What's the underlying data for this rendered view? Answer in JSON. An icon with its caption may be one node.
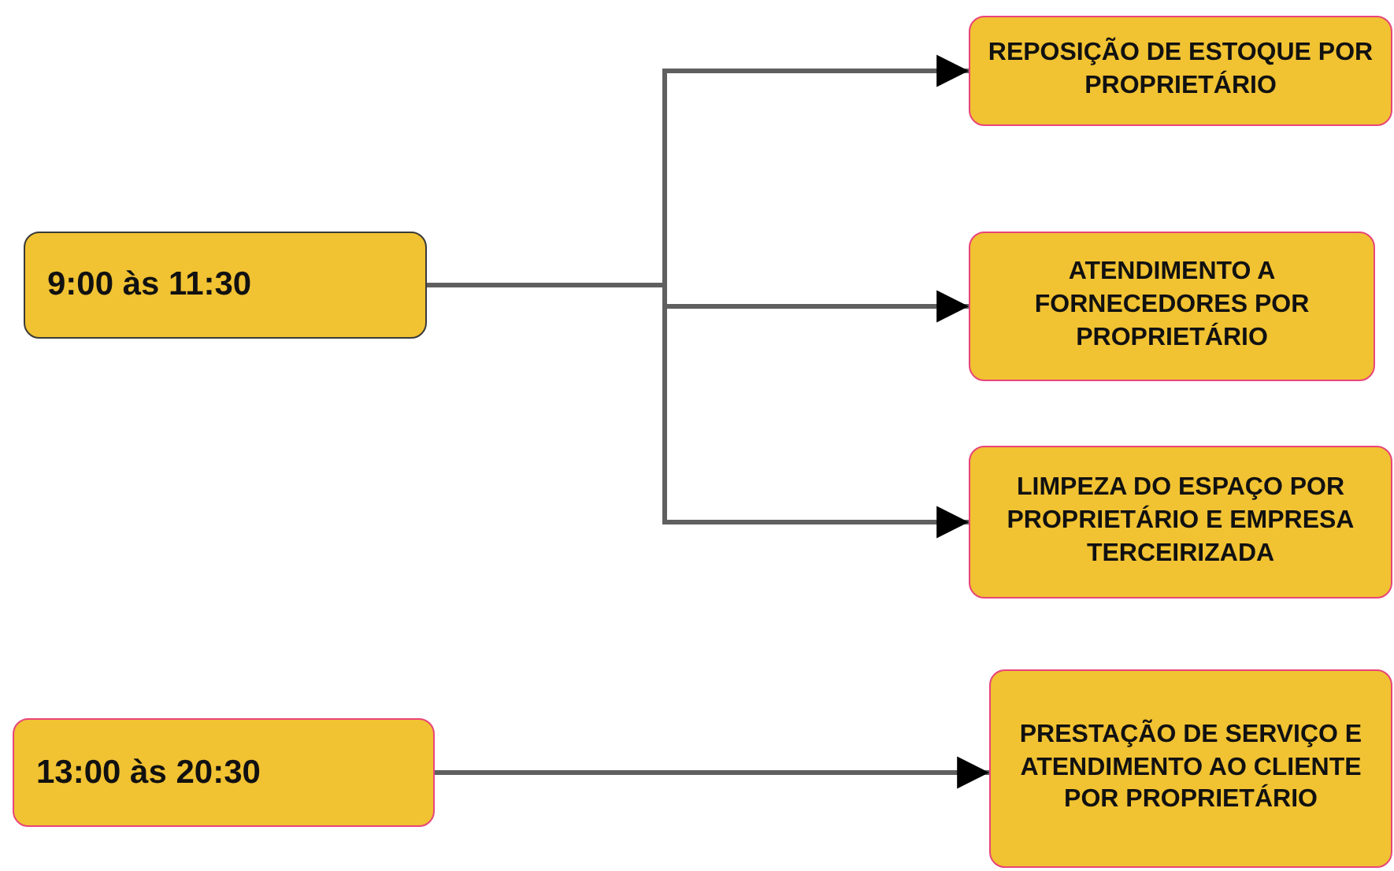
{
  "diagram": {
    "nodes": [
      {
        "text": [
          "9:00 às 11:30"
        ]
      },
      {
        "text": [
          "REPOSIÇÃO DE ESTOQUE POR PROPRIETÁRIO"
        ]
      },
      {
        "text": [
          "ATENDIMENTO A FORNECEDORES POR PROPRIETÁRIO"
        ]
      },
      {
        "text": [
          "LIMPEZA DO ESPAÇO POR PROPRIETÁRIO E EMPRESA TERCEIRIZADA"
        ]
      },
      {
        "text": [
          "13:00 às 20:30"
        ]
      },
      {
        "text": [
          "PRESTAÇÃO DE SERVIÇO E ATENDIMENTO AO CLIENTE POR PROPRIETÁRIO"
        ]
      }
    ],
    "edges": [
      {
        "from": 0,
        "to": 1,
        "arrow": "to"
      },
      {
        "from": 0,
        "to": 2,
        "arrow": "to"
      },
      {
        "from": 0,
        "to": 3,
        "arrow": "to"
      },
      {
        "from": 4,
        "to": 5,
        "arrow": "to"
      }
    ]
  }
}
